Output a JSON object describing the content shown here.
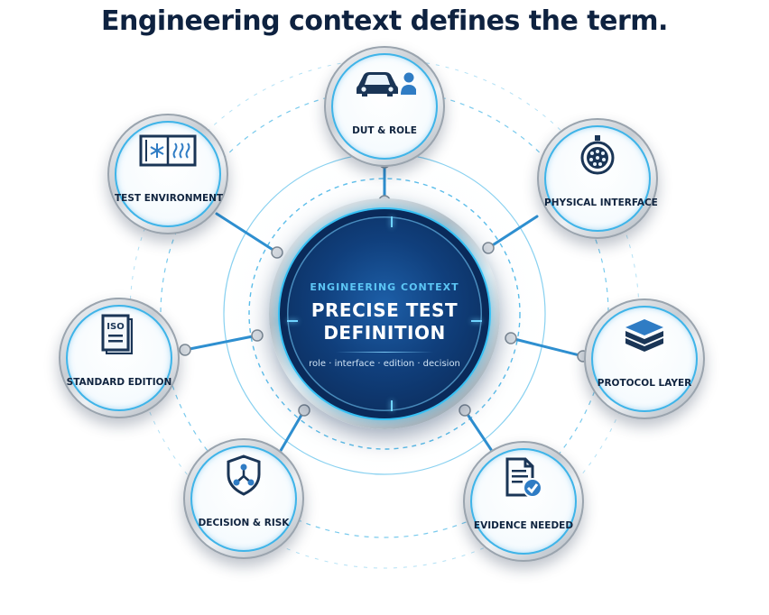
{
  "title": "Engineering context defines the term.",
  "center": {
    "kicker": "ENGINEERING CONTEXT",
    "title_line1": "PRECISE TEST",
    "title_line2": "DEFINITION",
    "subtitle": "role · interface · edition · decision"
  },
  "nodes": [
    {
      "id": "dut-role",
      "label": "DUT & ROLE",
      "icon": "car-person-icon"
    },
    {
      "id": "physical-interface",
      "label": "PHYSICAL INTERFACE",
      "icon": "connector-pins-icon"
    },
    {
      "id": "protocol-layer",
      "label": "PROTOCOL LAYER",
      "icon": "layers-icon"
    },
    {
      "id": "evidence-needed",
      "label": "EVIDENCE NEEDED",
      "icon": "document-check-icon"
    },
    {
      "id": "decision-risk",
      "label": "DECISION & RISK",
      "icon": "shield-network-icon"
    },
    {
      "id": "standard-edition",
      "label": "STANDARD EDITION",
      "icon": "iso-document-icon"
    },
    {
      "id": "test-environment",
      "label": "TEST ENVIRONMENT",
      "icon": "climate-chamber-icon"
    }
  ],
  "colors": {
    "title": "#0e2240",
    "accent": "#2fa8e0",
    "center_face": "#103f7c",
    "icon": "#1a3556"
  }
}
